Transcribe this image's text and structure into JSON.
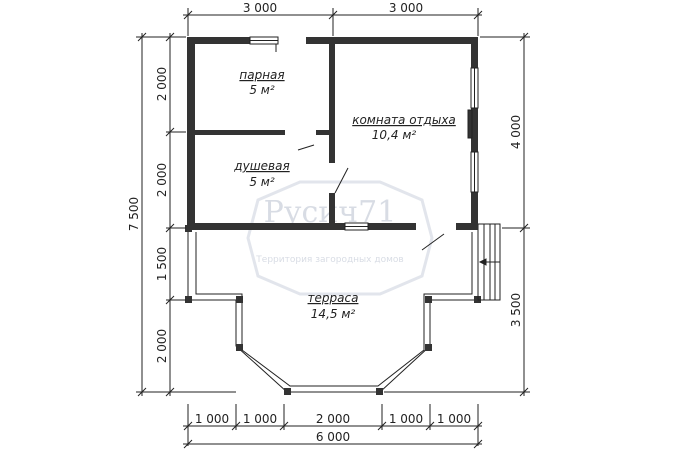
{
  "dimensions": {
    "top": [
      "3 000",
      "3 000"
    ],
    "left_outer": "7 500",
    "left_inner": [
      "2 000",
      "2 000",
      "1 500",
      "2 000"
    ],
    "right": [
      "4 000",
      "3 500"
    ],
    "bottom_segments": [
      "1 000",
      "1 000",
      "2 000",
      "1 000",
      "1 000"
    ],
    "bottom_total": "6 000"
  },
  "rooms": [
    {
      "name": "парная",
      "area": "5 м²"
    },
    {
      "name": "комната отдыха",
      "area": "10,4 м²"
    },
    {
      "name": "душевая",
      "area": "5 м²"
    },
    {
      "name": "терраса",
      "area": "14,5 м²"
    }
  ],
  "watermark": {
    "brand": "Русич71",
    "tagline": "Территория загородных домов"
  },
  "colors": {
    "wall": "#333333",
    "line": "#222222",
    "watermark": "#d9dee6"
  }
}
